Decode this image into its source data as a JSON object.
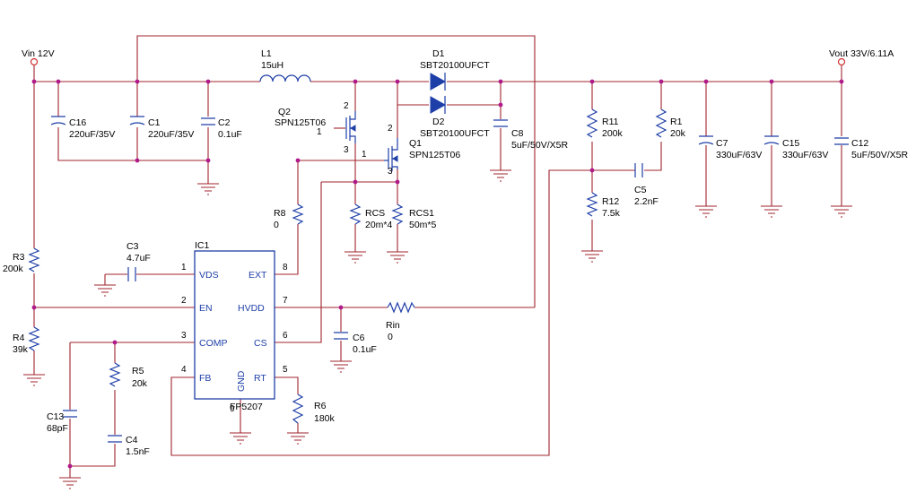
{
  "power": {
    "vin": "Vin 12V",
    "vout": "Vout 33V/6.11A"
  },
  "ic": {
    "ref": "IC1",
    "part": "FP5207"
  },
  "ic_pins": {
    "vds": "VDS",
    "en": "EN",
    "comp": "COMP",
    "fb": "FB",
    "ext": "EXT",
    "hvdd": "HVDD",
    "cs": "CS",
    "rt": "RT",
    "gnd": "GND",
    "n1": "1",
    "n2": "2",
    "n3": "3",
    "n4": "4",
    "n5": "5",
    "n6": "6",
    "n7": "7",
    "n8": "8",
    "n9": "9"
  },
  "components": {
    "L1": {
      "ref": "L1",
      "value": "15uH"
    },
    "D1": {
      "ref": "D1",
      "value": "SBT20100UFCT"
    },
    "D2": {
      "ref": "D2",
      "value": "SBT20100UFCT"
    },
    "Q1": {
      "ref": "Q1",
      "value": "SPN125T06"
    },
    "Q2": {
      "ref": "Q2",
      "value": "SPN125T06"
    },
    "C16": {
      "ref": "C16",
      "value": "220uF/35V"
    },
    "C1": {
      "ref": "C1",
      "value": "220uF/35V"
    },
    "C2": {
      "ref": "C2",
      "value": "0.1uF"
    },
    "C8": {
      "ref": "C8",
      "value": "5uF/50V/X5R"
    },
    "R11": {
      "ref": "R11",
      "value": "200k"
    },
    "R12": {
      "ref": "R12",
      "value": "7.5k"
    },
    "R1": {
      "ref": "R1",
      "value": "20k"
    },
    "C5": {
      "ref": "C5",
      "value": "2.2nF"
    },
    "C7": {
      "ref": "C7",
      "value": "330uF/63V"
    },
    "C15": {
      "ref": "C15",
      "value": "330uF/63V"
    },
    "C12": {
      "ref": "C12",
      "value": "5uF/50V/X5R"
    },
    "R8": {
      "ref": "R8",
      "value": "0"
    },
    "RCS": {
      "ref": "RCS",
      "value": "20m*4"
    },
    "RCS1": {
      "ref": "RCS1",
      "value": "50m*5"
    },
    "R3": {
      "ref": "R3",
      "value": "200k"
    },
    "R4": {
      "ref": "R4",
      "value": "39k"
    },
    "C3": {
      "ref": "C3",
      "value": "4.7uF"
    },
    "C6": {
      "ref": "C6",
      "value": "0.1uF"
    },
    "Rin": {
      "ref": "Rin",
      "value": "0"
    },
    "R5": {
      "ref": "R5",
      "value": "20k"
    },
    "C4": {
      "ref": "C4",
      "value": "1.5nF"
    },
    "C13": {
      "ref": "C13",
      "value": "68pF"
    },
    "R6": {
      "ref": "R6",
      "value": "180k"
    }
  },
  "mosfet_pins": {
    "gate": "1",
    "drain": "2",
    "source": "3"
  },
  "colors": {
    "wire": "#a0252e",
    "component": "#1f3fa8",
    "junction": "#b01a8a",
    "terminal": "#d03030"
  }
}
